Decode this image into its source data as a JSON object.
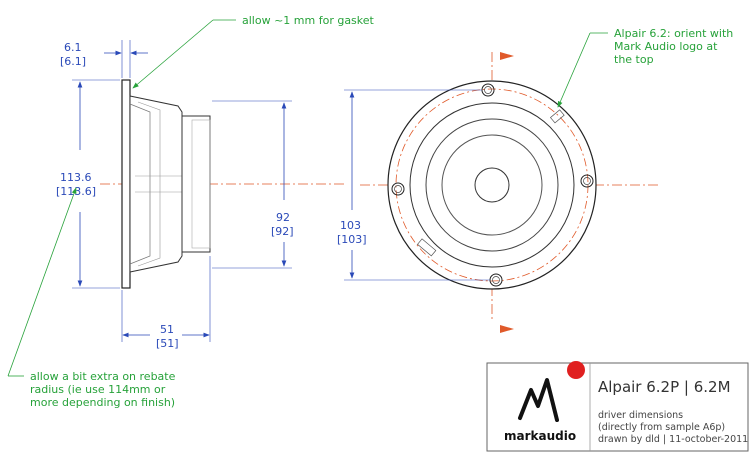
{
  "dimensions": {
    "flange_thickness": {
      "value": "6.1",
      "alt": "[6.1]"
    },
    "frame_height": {
      "value": "113.6",
      "alt": "[113.6]"
    },
    "magnet_height": {
      "value": "92",
      "alt": "[92]"
    },
    "depth": {
      "value": "51",
      "alt": "[51]"
    },
    "hole_spacing": {
      "value": "103",
      "alt": "[103]"
    }
  },
  "notes": {
    "gasket": "allow  ~1 mm for gasket",
    "orient": [
      "Alpair 6.2: orient with",
      "Mark Audio logo at",
      "the top"
    ],
    "rebate": [
      "allow  a bit extra on rebate",
      "radius (ie use 114mm or",
      "more depending on finish)"
    ]
  },
  "title_block": {
    "model": "Alpair 6.2P | 6.2M",
    "line1": "driver dimensions",
    "line2": "(directly from sample A6p)",
    "line3": "drawn by dld | 11-october-2011",
    "brand": "markaudio",
    "logo_mark": "M"
  },
  "colors": {
    "dimension": "#2a49b8",
    "annotation": "#27a23a",
    "centerline": "#e05a2a",
    "logo_dot": "#e02020",
    "outline": "#222222"
  }
}
